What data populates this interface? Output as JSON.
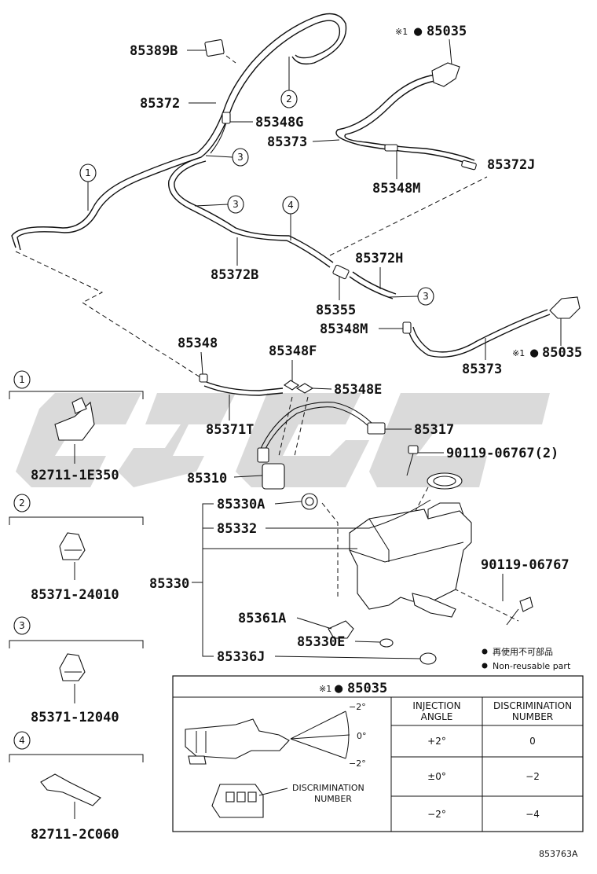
{
  "parts": {
    "p85389B": "85389B",
    "p85372": "85372",
    "p85348G": "85348G",
    "p85373a": "85373",
    "p85348M_top": "85348M",
    "p85372J": "85372J",
    "p85035_top": "85035",
    "p85372B": "85372B",
    "p85372H": "85372H",
    "p85355": "85355",
    "p85348M_mid": "85348M",
    "p85373b": "85373",
    "p85035_mid": "85035",
    "p85348": "85348",
    "p85348F": "85348F",
    "p85348E": "85348E",
    "p85371T": "85371T",
    "p85317": "85317",
    "p90119_2": "90119-06767(2)",
    "p85310": "85310",
    "p85330A": "85330A",
    "p85332": "85332",
    "p85330": "85330",
    "p90119": "90119-06767",
    "p85361A": "85361A",
    "p85330E": "85330E",
    "p85336J": "85336J"
  },
  "marks": {
    "kome1": "※1",
    "dot": "●"
  },
  "callouts": {
    "c1": "1",
    "c2": "2",
    "c3": "3",
    "c4": "4"
  },
  "clips": [
    {
      "num": "1",
      "part": "82711-1E350"
    },
    {
      "num": "2",
      "part": "85371-24010"
    },
    {
      "num": "3",
      "part": "85371-12040"
    },
    {
      "num": "4",
      "part": "82711-2C060"
    }
  ],
  "legend": {
    "jp": "再使用不可部品",
    "en": "Non-reusable part"
  },
  "table": {
    "title": "※1●85035",
    "col_injection": [
      "INJECTION",
      "ANGLE"
    ],
    "col_discrimination": [
      "DISCRIMINATION",
      "NUMBER"
    ],
    "rows": [
      {
        "angle": "+2°",
        "number": "0"
      },
      {
        "angle": "±0°",
        "number": "−2"
      },
      {
        "angle": "−2°",
        "number": "−4"
      }
    ],
    "angle_marks": [
      "−2°",
      "0°",
      "−2°"
    ],
    "disc_label": [
      "DISCRIMINATION",
      "NUMBER"
    ]
  },
  "figure_id": "853763A",
  "watermark": "CJSC"
}
